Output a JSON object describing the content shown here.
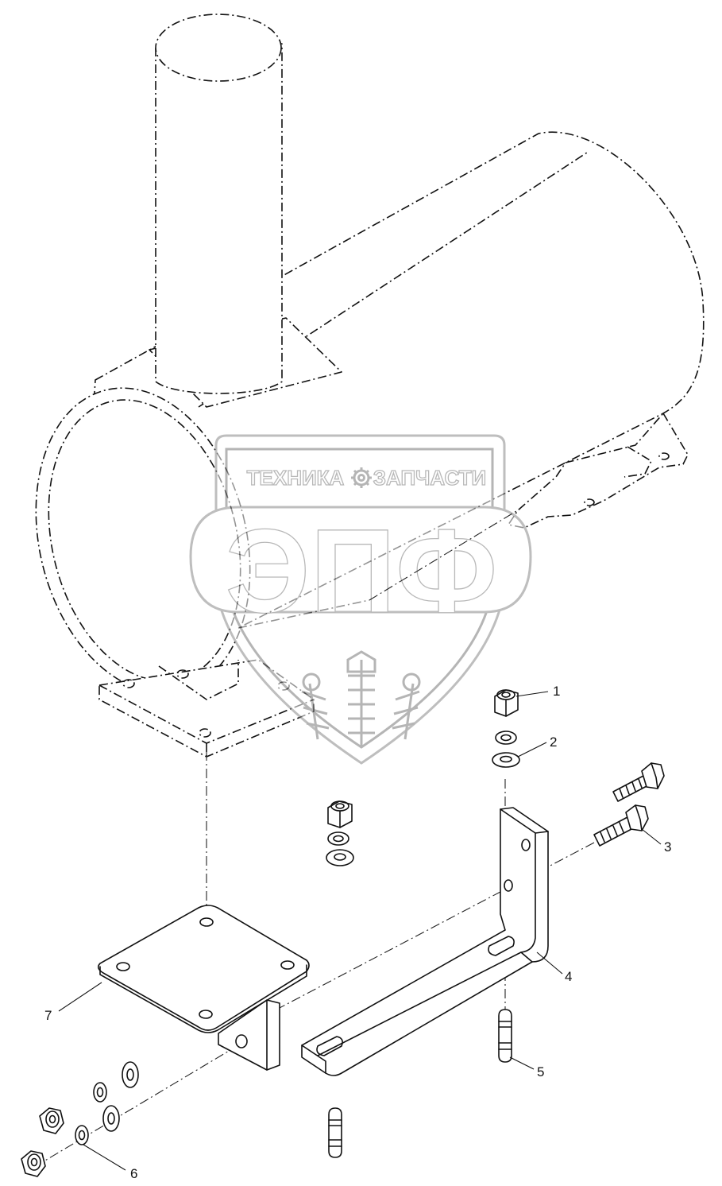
{
  "watermark": {
    "top_text_left": "ТЕХНИКА",
    "top_text_right": "ЗАПЧАСТИ",
    "logo_text": "ЭПФ",
    "gear_icon": "gear-icon",
    "wheat_icon": "wheat-icon",
    "color": "#8a8a8a"
  },
  "callouts": [
    {
      "id": "callout-1",
      "label": "1"
    },
    {
      "id": "callout-2",
      "label": "2"
    },
    {
      "id": "callout-3",
      "label": "3"
    },
    {
      "id": "callout-4",
      "label": "4"
    },
    {
      "id": "callout-5",
      "label": "5"
    },
    {
      "id": "callout-6",
      "label": "6"
    },
    {
      "id": "callout-7",
      "label": "7"
    }
  ],
  "colors": {
    "line": "#111111",
    "background": "#ffffff"
  }
}
